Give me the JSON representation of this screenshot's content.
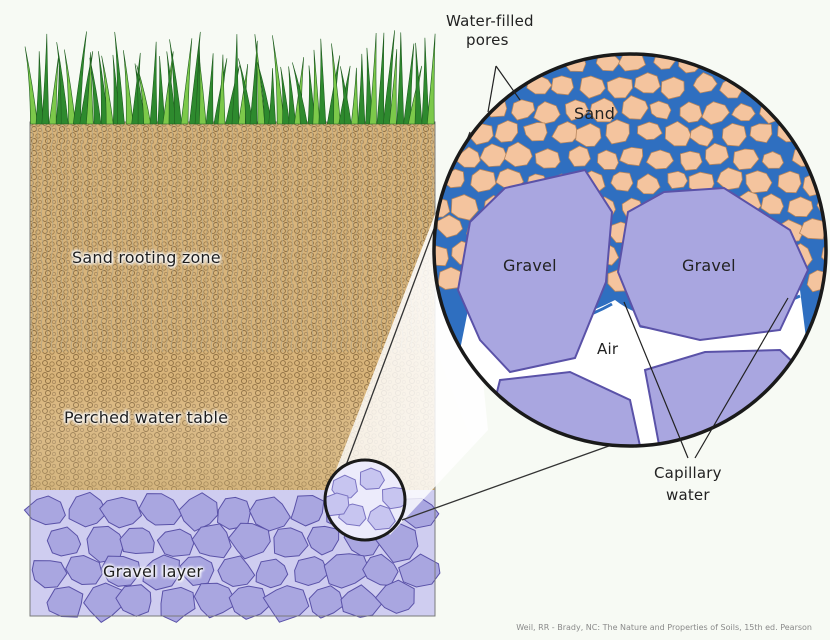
{
  "labels": {
    "water_filled_pores": [
      "Water-filled",
      "pores"
    ],
    "sand": "Sand",
    "gravel_left": "Gravel",
    "gravel_right": "Gravel",
    "air": "Air",
    "capillary_water": [
      "Capillary",
      "water"
    ],
    "sand_rooting_zone": "Sand rooting zone",
    "perched_water_table": "Perched water table",
    "gravel_layer": "Gravel layer"
  },
  "credit": "Weil, RR - Brady, NC: The Nature and Properties of Soils, 15th ed. Pearson",
  "colors": {
    "background": "#f7faf4",
    "sand_fill": "#f4c49e",
    "sand_outline": "#b8865c",
    "water": "#2f6fc0",
    "gravel_fill": "#a9a6e0",
    "gravel_outline": "#5a52a8",
    "air": "#ffffff",
    "grass_dark": "#2e8a2e",
    "grass_light": "#7cc94a",
    "soil_base": "#d9b57c",
    "soil_dots": "#8a6b3f",
    "lens_outline": "#1a1a1a"
  }
}
